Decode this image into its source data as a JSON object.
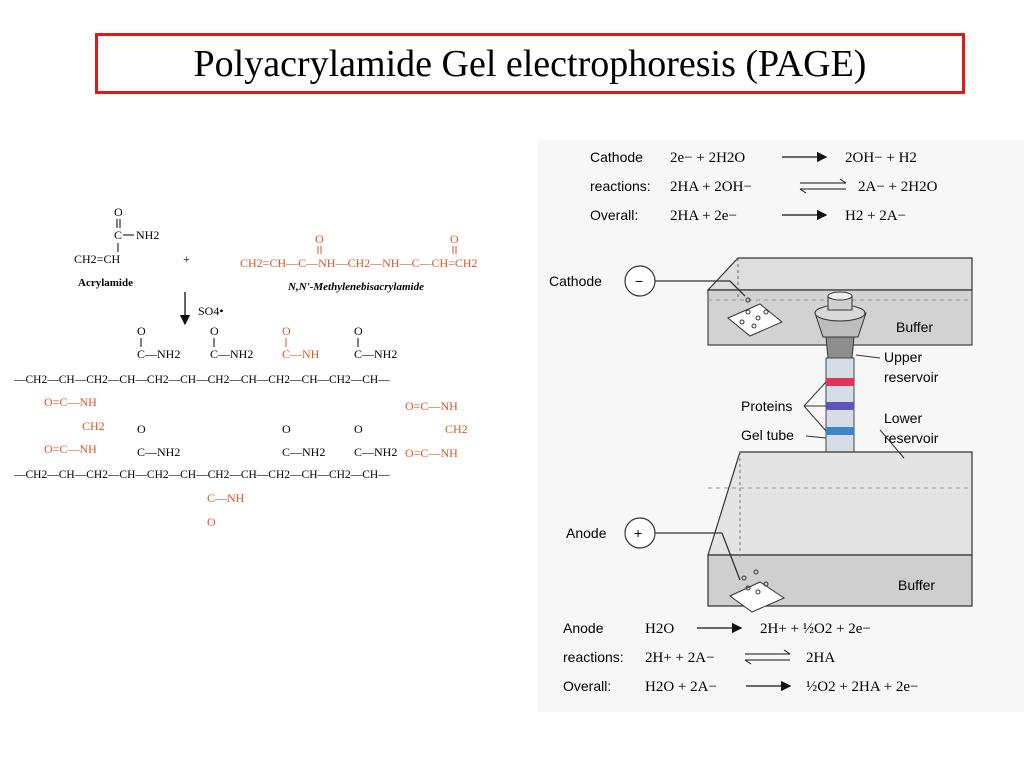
{
  "title": "Polyacrylamide Gel electrophoresis (PAGE)",
  "colors": {
    "title_border": "#e01919",
    "orange": "#d9562a",
    "band_red": "#e0345a",
    "band_blue": "#5b56b8",
    "band_cyan": "#3a86c8"
  },
  "chemistry": {
    "acrylamide_name": "Acrylamide",
    "bis_name": "N,N'-Methylenebisacrylamide",
    "plus": "+",
    "initiator": "SO4•",
    "acrylamide_formula": {
      "o": "O",
      "carbon": "C",
      "nh2": "NH2",
      "backbone": "CH2=CH"
    },
    "bis_formula": "CH2=CH—C—NH—CH2—NH—C—CH=CH2",
    "polymer_rows": {
      "row1": "—CH2—CH—CH2—CH—CH2—CH—CH2—CH—CH2—CH—CH2—CH—",
      "row2": "—CH2—CH—CH2—CH—CH2—CH—CH2—CH—CH2—CH—CH2—CH—",
      "crosslink_left": "O=C—NH",
      "crosslink_right": "O=C—NH",
      "ch2": "CH2",
      "side_group": "C—NH2",
      "side_nh": "C—NH",
      "o": "O"
    }
  },
  "cathode_reactions": {
    "heading1": "Cathode",
    "heading2": "reactions:",
    "heading3": "Overall:",
    "eq1_left": "2e− + 2H2O",
    "eq1_right": "2OH− + H2",
    "eq2_left": "2HA + 2OH−",
    "eq2_right": "2A− + 2H2O",
    "eq3_left": "2HA + 2e−",
    "eq3_right": "H2 + 2A−"
  },
  "apparatus": {
    "cathode_label": "Cathode",
    "cathode_sign": "−",
    "anode_label": "Anode",
    "anode_sign": "+",
    "buffer_top": "Buffer",
    "buffer_bottom": "Buffer",
    "upper_reservoir_1": "Upper",
    "upper_reservoir_2": "reservoir",
    "lower_reservoir_1": "Lower",
    "lower_reservoir_2": "reservoir",
    "proteins": "Proteins",
    "gel_tube": "Gel tube"
  },
  "anode_reactions": {
    "heading1": "Anode",
    "heading2": "reactions:",
    "heading3": "Overall:",
    "eq1_left": "H2O",
    "eq1_right": "2H+ + ½O2 + 2e−",
    "eq2_left": "2H+ + 2A−",
    "eq2_right": "2HA",
    "eq3_left": "H2O + 2A−",
    "eq3_right": "½O2 + 2HA + 2e−"
  }
}
